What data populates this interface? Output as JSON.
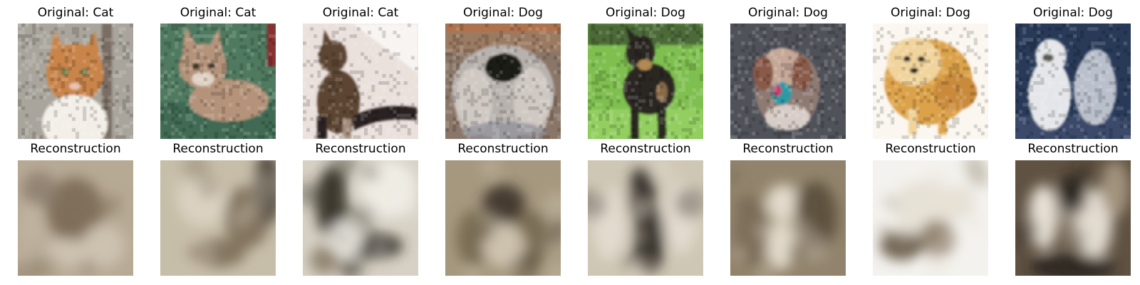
{
  "figure": {
    "rows": [
      {
        "row": "originals",
        "panels": [
          {
            "title": "Original: Cat",
            "subject": "orange-white cat",
            "colors": {
              "bg": "#a9a59c",
              "body": "#c9844a",
              "accent": "#f3efe8",
              "edge": "#5a4a3a"
            }
          },
          {
            "title": "Original: Cat",
            "subject": "tabby kitten lying on green blanket",
            "colors": {
              "bg": "#4f7a60",
              "body": "#b4937a",
              "accent": "#e0d2c4",
              "edge": "#8b2f2f"
            }
          },
          {
            "title": "Original: Cat",
            "subject": "dark tabby cat on white background",
            "colors": {
              "bg": "#eae0dc",
              "body": "#5b4533",
              "accent": "#2a2420",
              "edge": "#a58e7d"
            }
          },
          {
            "title": "Original: Dog",
            "subject": "long-haired pekingese face",
            "colors": {
              "bg": "#8a7668",
              "body": "#b8b2ae",
              "accent": "#1e1a18",
              "edge": "#d8d2cc"
            }
          },
          {
            "title": "Original: Dog",
            "subject": "black dog standing on grass",
            "colors": {
              "bg": "#7fbf4f",
              "body": "#2b2622",
              "accent": "#b08a55",
              "edge": "#4a6a2e"
            }
          },
          {
            "title": "Original: Dog",
            "subject": "small dog with blue collar",
            "colors": {
              "bg": "#50525a",
              "body": "#c5a898",
              "accent": "#2b9aa5",
              "edge": "#8a5a4a"
            }
          },
          {
            "title": "Original: Dog",
            "subject": "fluffy orange pomeranian",
            "colors": {
              "bg": "#fbf7f0",
              "body": "#dca24a",
              "accent": "#f1d49c",
              "edge": "#7a5028"
            }
          },
          {
            "title": "Original: Dog",
            "subject": "two white maltese dogs",
            "colors": {
              "bg": "#283a58",
              "body": "#e4e6ea",
              "accent": "#b9bfcb",
              "edge": "#1a2236"
            }
          }
        ]
      },
      {
        "row": "reconstructions",
        "panels": [
          {
            "title": "Reconstruction",
            "colors": {
              "bg": "#b7aa95",
              "body": "#7a6a55",
              "accent": "#cfc4b2",
              "edge": "#8f8070"
            }
          },
          {
            "title": "Reconstruction",
            "colors": {
              "bg": "#c7bea9",
              "body": "#7c6d58",
              "accent": "#ddd4c4",
              "edge": "#3a3228"
            }
          },
          {
            "title": "Reconstruction",
            "colors": {
              "bg": "#d7d1c5",
              "body": "#2d271f",
              "accent": "#f2efe8",
              "edge": "#8c7f6c"
            }
          },
          {
            "title": "Reconstruction",
            "colors": {
              "bg": "#a6987f",
              "body": "#3b3227",
              "accent": "#d3c8b4",
              "edge": "#76684f"
            }
          },
          {
            "title": "Reconstruction",
            "colors": {
              "bg": "#cfc7b5",
              "body": "#2a231c",
              "accent": "#e4ddd0",
              "edge": "#6d604c"
            }
          },
          {
            "title": "Reconstruction",
            "colors": {
              "bg": "#92846c",
              "body": "#5a4d3c",
              "accent": "#ebe3d5",
              "edge": "#7a6c56"
            }
          },
          {
            "title": "Reconstruction",
            "colors": {
              "bg": "#f4f2ee",
              "body": "#8c7d68",
              "accent": "#e6e0d4",
              "edge": "#5f523f"
            }
          },
          {
            "title": "Reconstruction",
            "colors": {
              "bg": "#5f5242",
              "body": "#2a231c",
              "accent": "#efe9de",
              "edge": "#a89a84"
            }
          }
        ]
      }
    ]
  }
}
